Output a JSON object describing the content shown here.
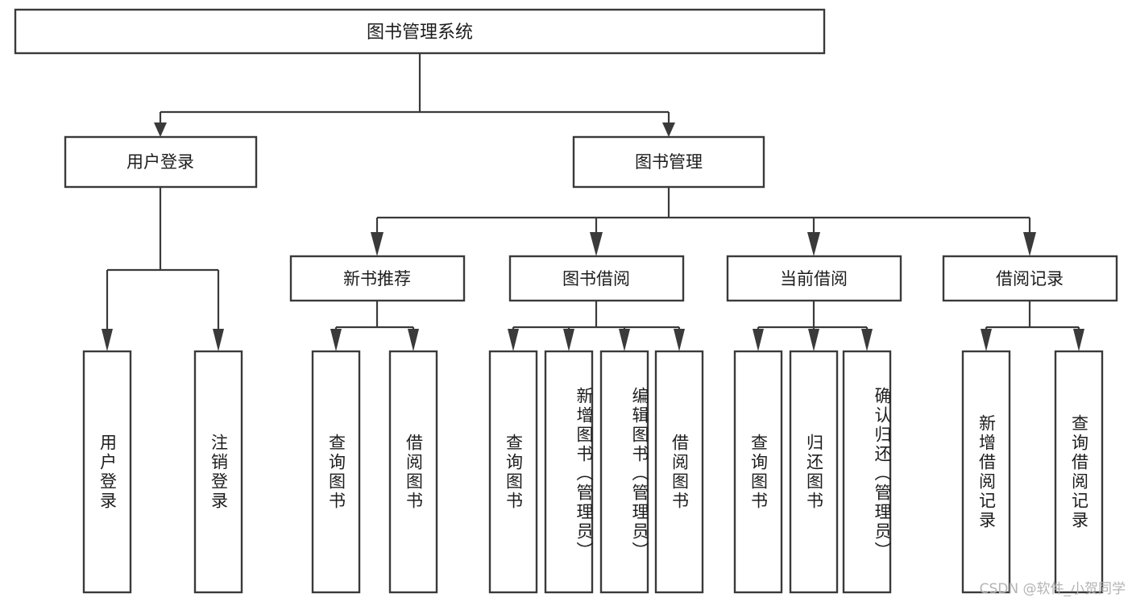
{
  "diagram": {
    "title": "图书管理系统",
    "type": "tree-hierarchy-diagram",
    "root": {
      "label": "图书管理系统"
    },
    "level2": [
      {
        "label": "用户登录"
      },
      {
        "label": "图书管理"
      }
    ],
    "level3": [
      {
        "label": "新书推荐"
      },
      {
        "label": "图书借阅"
      },
      {
        "label": "当前借阅"
      },
      {
        "label": "借阅记录"
      }
    ],
    "leaves": {
      "user_login": [
        {
          "label": "用户登录"
        },
        {
          "label": "注销登录"
        }
      ],
      "new_book_recommend": [
        {
          "label": "查询图书"
        },
        {
          "label": "借阅图书"
        }
      ],
      "book_borrow": [
        {
          "label": "查询图书"
        },
        {
          "label": "新增图书（管理员）"
        },
        {
          "label": "编辑图书（管理员）"
        },
        {
          "label": "借阅图书"
        }
      ],
      "current_borrow": [
        {
          "label": "查询图书"
        },
        {
          "label": "归还图书"
        },
        {
          "label": "确认归还（管理员）"
        }
      ],
      "borrow_record": [
        {
          "label": "新增借阅记录"
        },
        {
          "label": "查询借阅记录"
        }
      ]
    }
  },
  "watermark": {
    "text": "CSDN @软件_小贺同学"
  },
  "colors": {
    "stroke": "#3a3a3a",
    "box_fill": "#ffffff",
    "text": "#1d1d1d",
    "watermark": "#b4b4b4",
    "background": "#ffffff"
  }
}
